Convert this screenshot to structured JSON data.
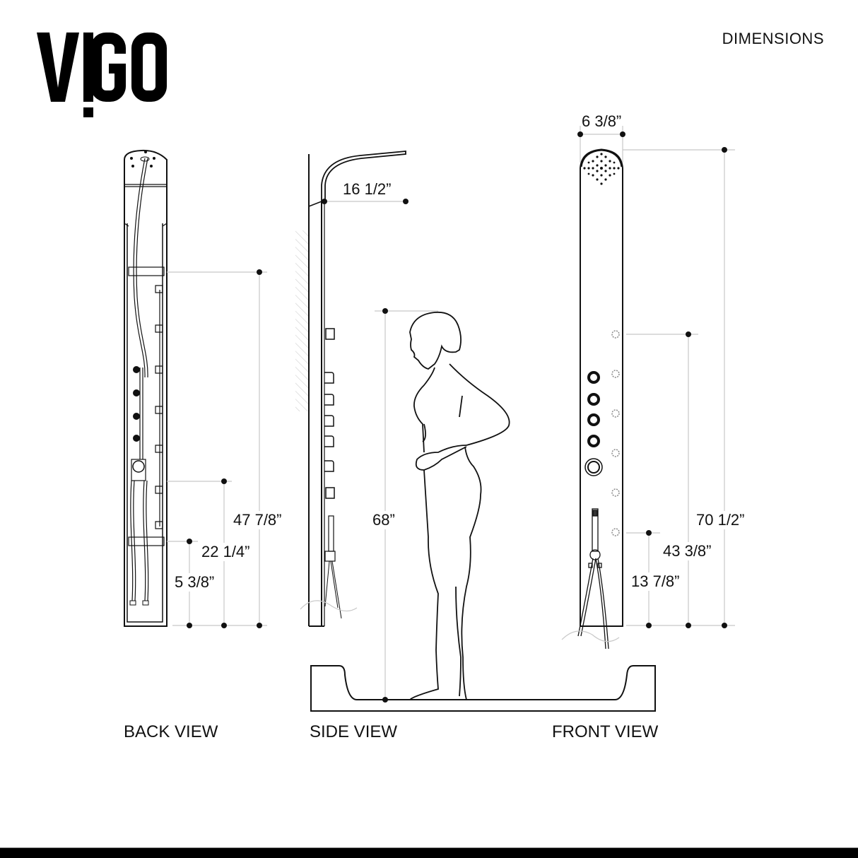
{
  "brand": {
    "logo_text": "VIGO"
  },
  "header": {
    "title": "DIMENSIONS"
  },
  "views": [
    {
      "id": "back",
      "label": "BACK VIEW"
    },
    {
      "id": "side",
      "label": "SIDE VIEW"
    },
    {
      "id": "front",
      "label": "FRONT VIEW"
    }
  ],
  "dimensions": {
    "back": {
      "total_jet_height": "47 7/8”",
      "upper_bracket_height": "22 1/4”",
      "lower_bracket_height": "5 3/8”"
    },
    "side": {
      "shower_arm_depth": "16 1/2”",
      "person_height": "68”"
    },
    "front": {
      "panel_width": "6 3/8”",
      "total_height": "70 1/2”",
      "top_jet_height": "43 3/8”",
      "bottom_jet_height": "13 7/8”"
    }
  },
  "colors": {
    "line": "#111111",
    "dimension_line": "#c8c8c8",
    "hatch": "#cfcfcf",
    "footer": "#000000"
  }
}
